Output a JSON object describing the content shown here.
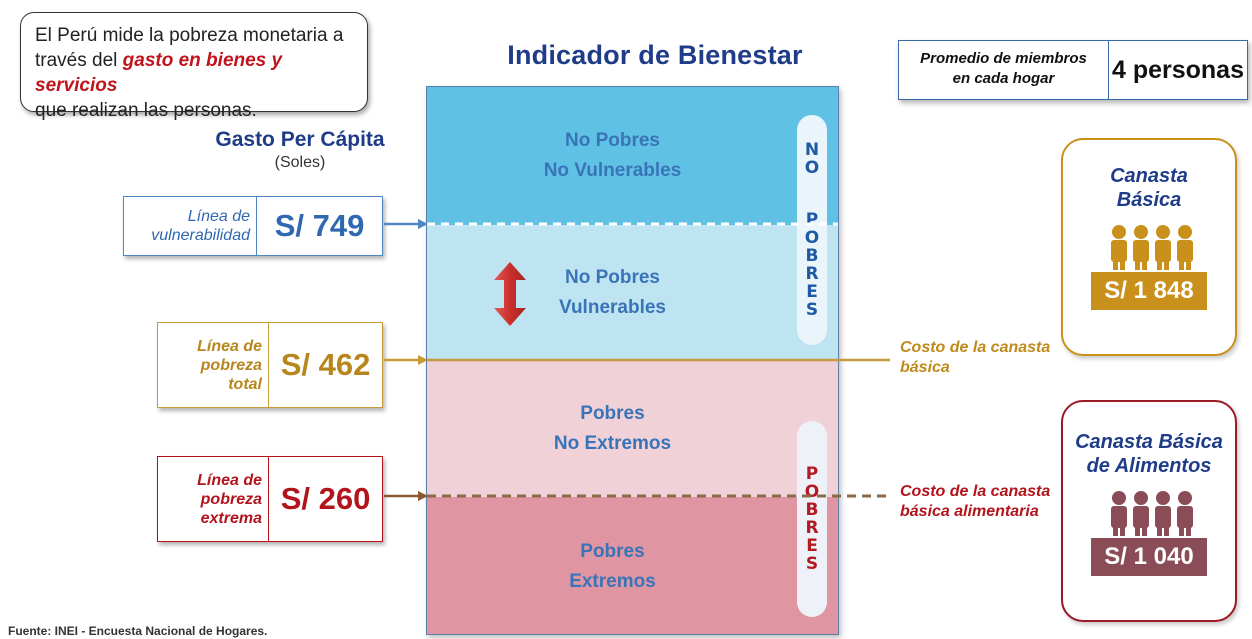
{
  "intro": {
    "line1": "El Perú mide la pobreza monetaria a",
    "line2_prefix": "través del ",
    "line2_highlight": "gasto en bienes y servicios",
    "line3": "que realizan las personas."
  },
  "title": "Indicador de Bienestar",
  "avg_members": {
    "label_line1": "Promedio de miembros",
    "label_line2": "en cada hogar",
    "value": "4 personas"
  },
  "gasto": {
    "title": "Gasto Per Cápita",
    "unit": "(Soles)"
  },
  "lines": {
    "vulnerabilidad": {
      "label_line1": "Línea de",
      "label_line2": "vulnerabilidad",
      "value": "S/ 749"
    },
    "pobreza_total": {
      "label_line1": "Línea de",
      "label_line2": "pobreza",
      "label_line3": "total",
      "value": "S/ 462"
    },
    "pobreza_extrema": {
      "label_line1": "Línea de",
      "label_line2": "pobreza",
      "label_line3": "extrema",
      "value": "S/ 260"
    }
  },
  "zones": {
    "z1": {
      "line1": "No Pobres",
      "line2": "No Vulnerables"
    },
    "z2": {
      "line1": "No Pobres",
      "line2": "Vulnerables"
    },
    "z3": {
      "line1": "Pobres",
      "line2": "No Extremos"
    },
    "z4": {
      "line1": "Pobres",
      "line2": "Extremos"
    }
  },
  "vertical_labels": {
    "no_pobres": [
      "N",
      "O",
      "P",
      "O",
      "B",
      "R",
      "E",
      "S"
    ],
    "pobres": [
      "P",
      "O",
      "B",
      "R",
      "E",
      "S"
    ]
  },
  "canasta_basica": {
    "title_line1": "Canasta",
    "title_line2": "Básica",
    "amount": "S/ 1 848",
    "color": "#c9901c"
  },
  "canasta_alimentos": {
    "title_line1": "Canasta Básica",
    "title_line2": "de Alimentos",
    "amount": "S/ 1 040",
    "color": "#8a4d58"
  },
  "costs": {
    "basica_line1": "Costo de la canasta",
    "basica_line2": "básica",
    "alimentaria_line1": "Costo de la canasta",
    "alimentaria_line2": "básica alimentaria"
  },
  "source": "Fuente: INEI - Encuesta Nacional de Hogares.",
  "colors": {
    "title_blue": "#1f3c88",
    "vulnerability_blue": "#2f67b0",
    "poverty_gold": "#b7861c",
    "extreme_red": "#b3141c"
  }
}
